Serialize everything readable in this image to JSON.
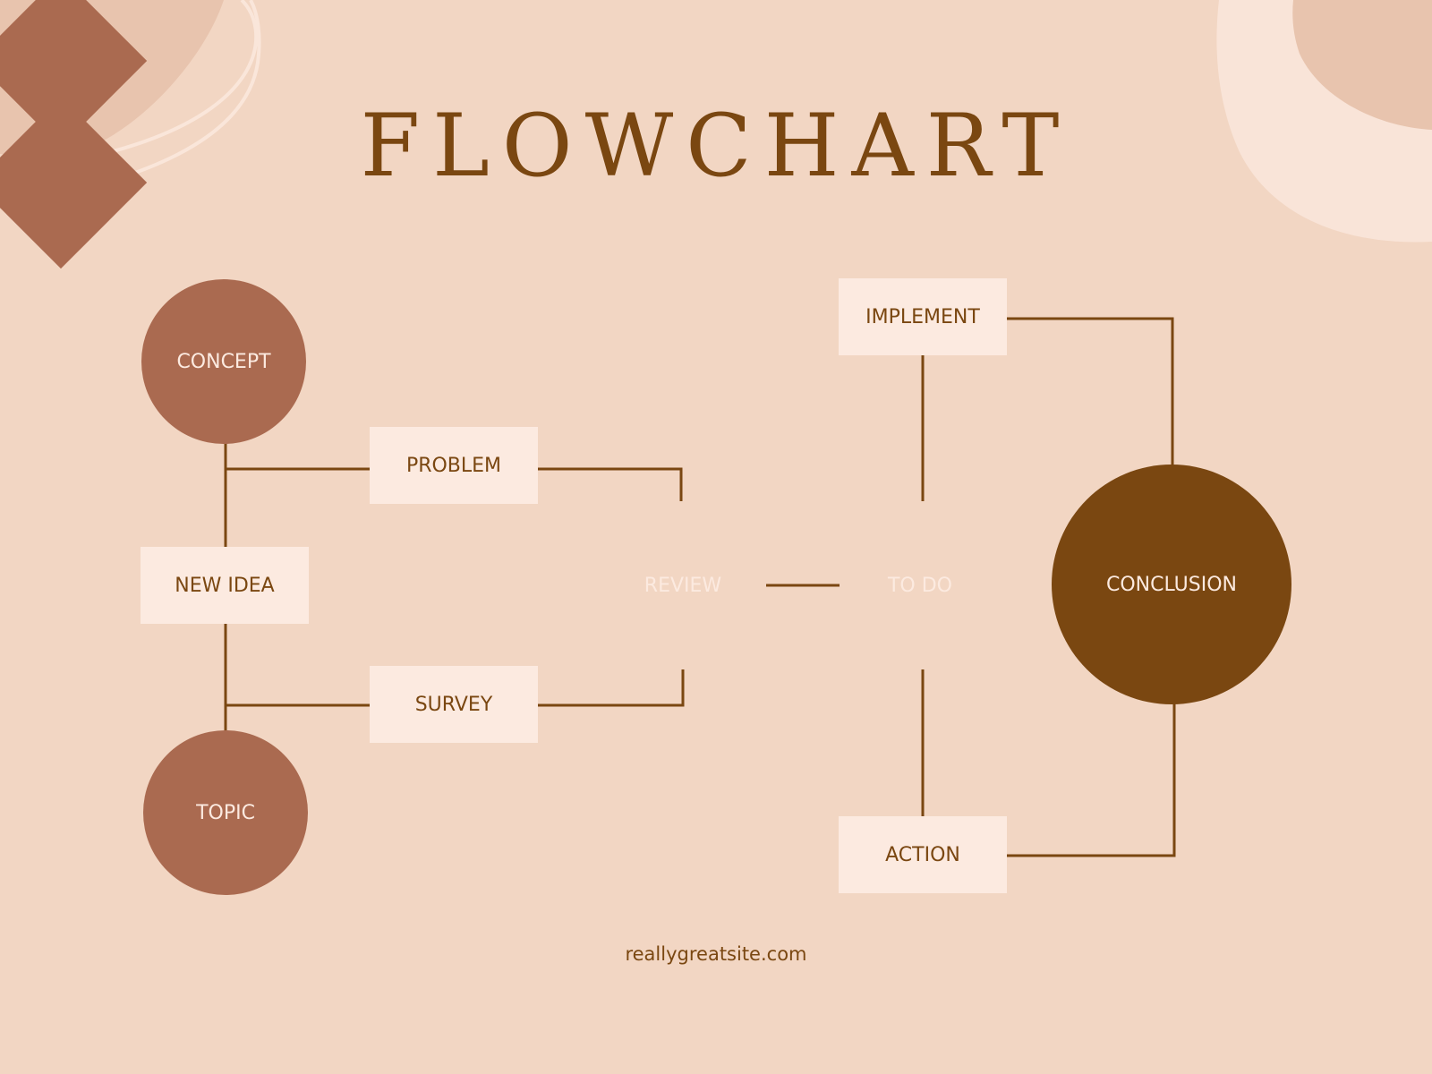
{
  "title": "FLOWCHART",
  "nodes": {
    "concept": "CONCEPT",
    "problem": "PROBLEM",
    "new_idea": "NEW IDEA",
    "survey": "SURVEY",
    "topic": "TOPIC",
    "review": "REVIEW",
    "to_do": "TO DO",
    "implement": "IMPLEMENT",
    "action": "ACTION",
    "conclusion": "CONCLUSION"
  },
  "footer": "reallygreatsite.com",
  "colors": {
    "background": "#F2D6C3",
    "accent_brown": "#7A4711",
    "terracotta": "#AA6A50",
    "cream": "#FCEAE0"
  }
}
